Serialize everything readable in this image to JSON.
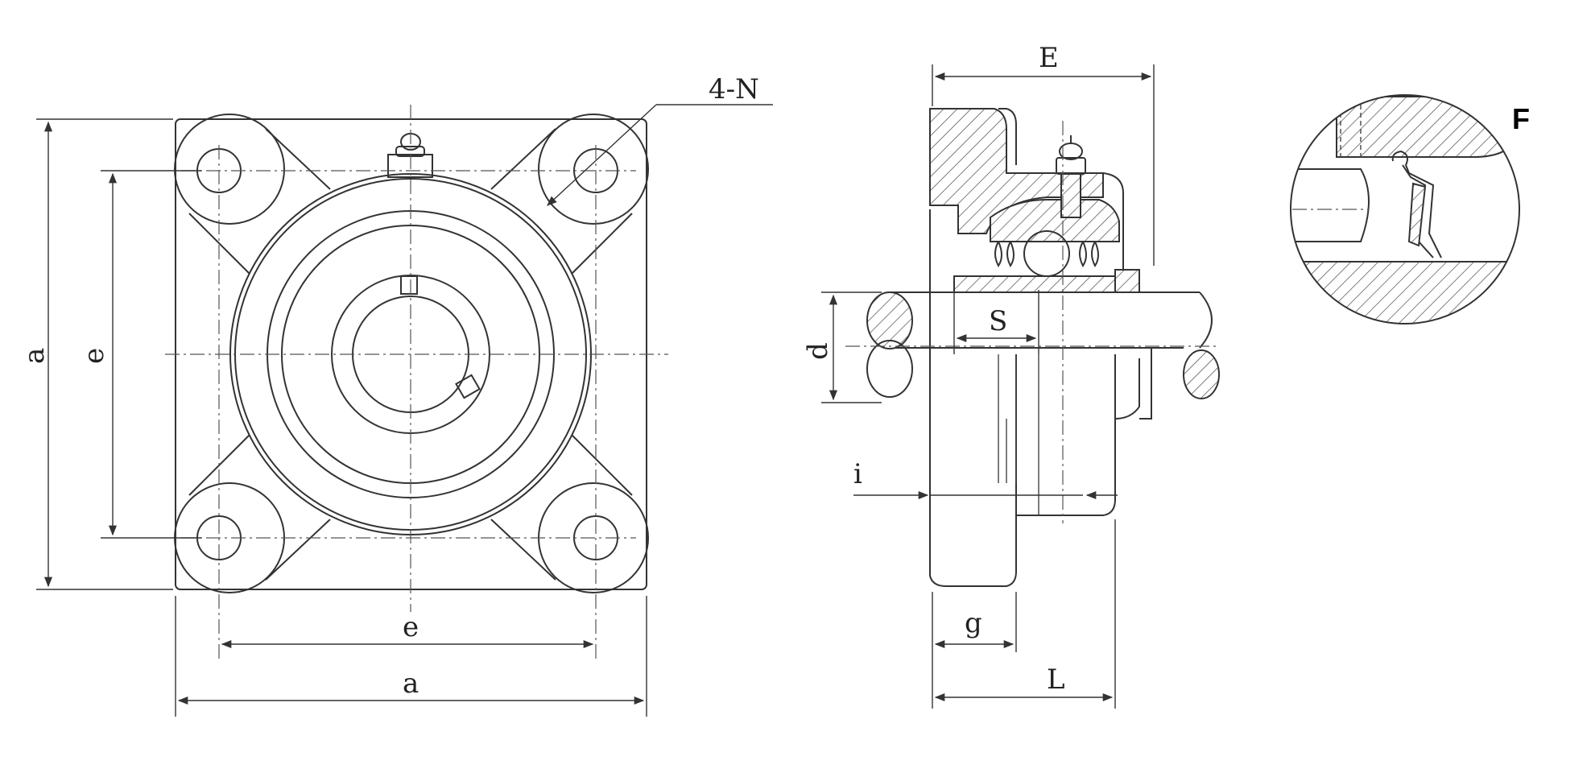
{
  "labels": {
    "front_a_vertical": "a",
    "front_e_vertical": "e",
    "front_e_horizontal": "e",
    "front_a_horizontal": "a",
    "holes": "4-N",
    "side_E": "E",
    "side_S": "S",
    "side_d": "d",
    "side_i": "i",
    "side_g": "g",
    "side_L": "L",
    "detail_F": "F"
  }
}
